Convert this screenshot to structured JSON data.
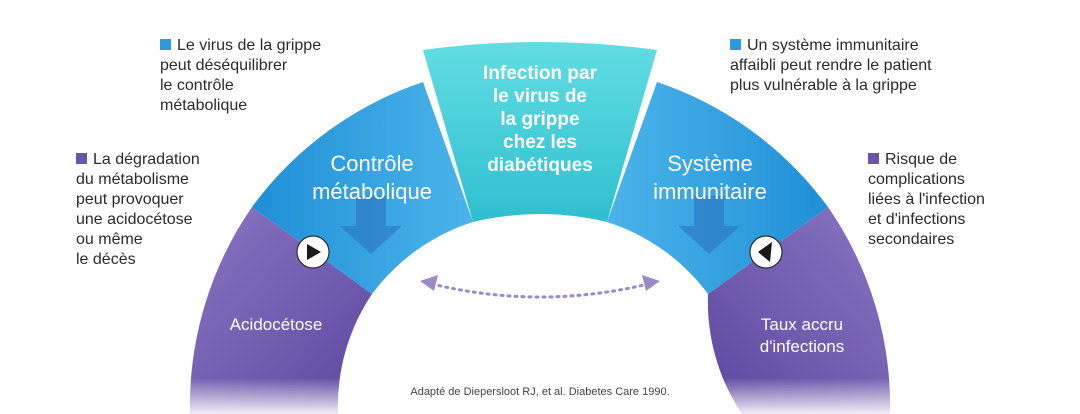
{
  "colors": {
    "purple": "#6b55a8",
    "purple_light": "#8a76c2",
    "blue": "#2a9be0",
    "blue_light": "#58c0ee",
    "teal": "#45cfd9",
    "bullet_blue": "#2a9be0",
    "bullet_purple": "#6b55a8",
    "dotted_arrow": "#9a8ac8"
  },
  "center": {
    "lines": [
      "Infection par",
      "le virus de",
      "la grippe",
      "chez les",
      "diabétiques"
    ]
  },
  "segments": {
    "controle": {
      "lines": [
        "Contrôle",
        "métabolique"
      ]
    },
    "systeme": {
      "lines": [
        "Système",
        "immunitaire"
      ]
    },
    "acidocetose": {
      "lines": [
        "Acidocétose"
      ]
    },
    "taux": {
      "lines": [
        "Taux accru",
        "d'infections"
      ]
    }
  },
  "notes": {
    "top_left": {
      "bullet": "blue",
      "lines": [
        "Le virus de la grippe",
        "peut déséquilibrer",
        "le contrôle",
        "métabolique"
      ]
    },
    "mid_left": {
      "bullet": "purple",
      "lines": [
        "La dégradation",
        "du métabolisme",
        "peut provoquer",
        "une acidocétose",
        "ou même",
        "le décès"
      ]
    },
    "top_right": {
      "bullet": "blue",
      "lines": [
        "Un système immunitaire",
        "affaibli peut rendre le patient",
        "plus vulnérable à la grippe"
      ]
    },
    "mid_right": {
      "bullet": "purple",
      "lines": [
        "Risque de",
        "complications",
        "liées à l'infection",
        "et d'infections",
        "secondaires"
      ]
    }
  },
  "icons": {
    "left_circle": "play-arrow-icon",
    "right_circle": "pointer-arrow-icon",
    "bidirectional": "bidirectional-dotted-arrow-icon"
  },
  "source": "Adapté de Diepersloot RJ, et al. Diabetes Care 1990."
}
